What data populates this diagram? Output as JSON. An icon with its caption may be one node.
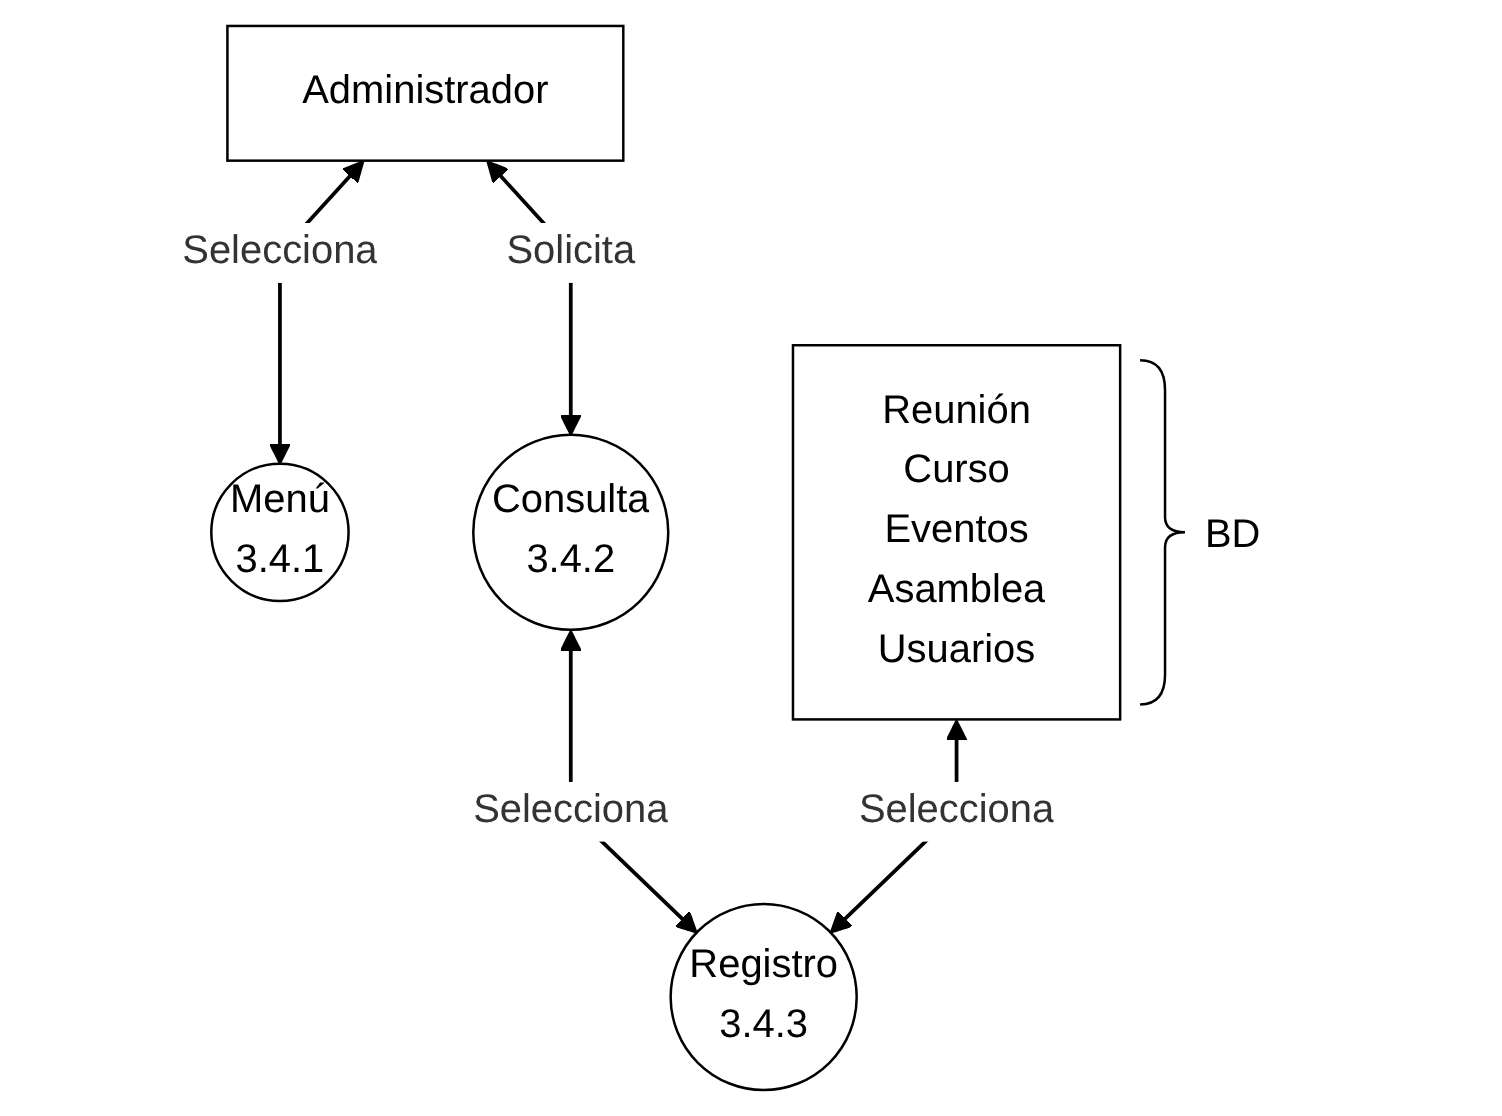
{
  "diagram": {
    "nodes": [
      {
        "text": [
          "Administrador"
        ]
      },
      {
        "text": [
          "Menú",
          "3.4.1"
        ]
      },
      {
        "text": [
          "Consulta",
          "3.4.2"
        ]
      },
      {
        "text": [
          "Reunión",
          "Curso",
          "Eventos",
          "Asamblea",
          "Usuarios"
        ],
        "beside": [
          "BD"
        ]
      },
      {
        "text": [
          "Registro",
          "3.4.3"
        ]
      }
    ],
    "edges": [
      {
        "from": 0,
        "to": 1,
        "arrow": "both",
        "label": "Selecciona"
      },
      {
        "from": 0,
        "to": 2,
        "arrow": "both",
        "label": "Solicita"
      },
      {
        "from": 2,
        "to": 4,
        "arrow": "both",
        "label": "Selecciona"
      },
      {
        "from": 3,
        "to": 4,
        "arrow": "both",
        "label": "Selecciona"
      }
    ]
  }
}
